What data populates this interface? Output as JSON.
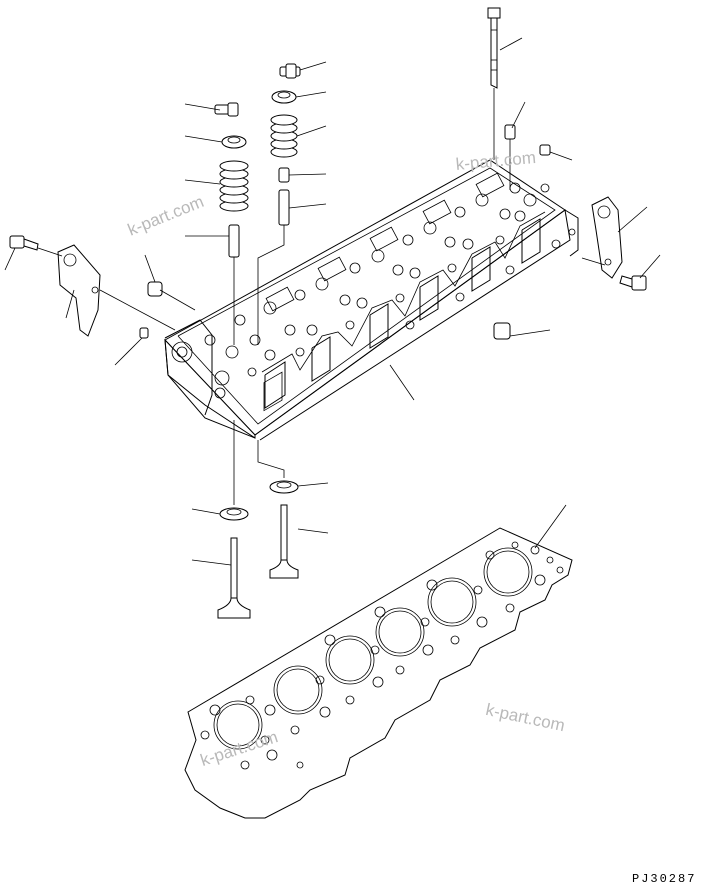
{
  "drawing": {
    "code": "PJ30287",
    "type": "exploded parts diagram"
  },
  "watermarks": [
    "k-part.com",
    "k-part.com",
    "k-part.com",
    "k-part.com"
  ],
  "parts": [
    "head-bolt",
    "rocker-cap-screw",
    "valve-spring-retainer",
    "valve-spring",
    "valve-stem-guide",
    "cylinder-head",
    "lifting-bracket-front",
    "lifting-bracket-rear",
    "expansion-plug",
    "valve-stem-seal",
    "exhaust-valve",
    "intake-valve",
    "cylinder-head-gasket"
  ],
  "colors": {
    "line": "#000000",
    "watermark": "#b9b9b9",
    "background": "#ffffff"
  }
}
